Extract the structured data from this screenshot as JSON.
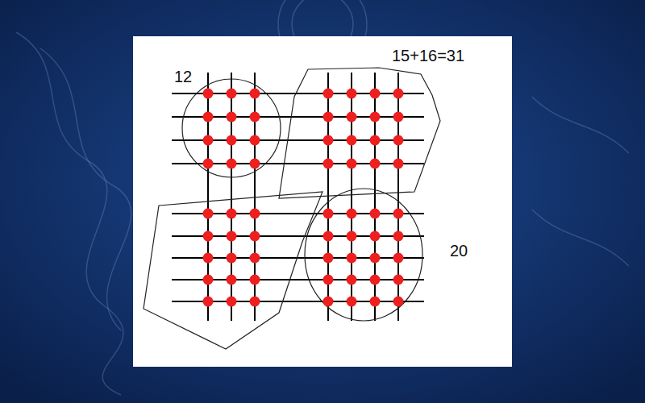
{
  "diagram": {
    "labels": [
      "12",
      "15+16=31",
      "20"
    ]
  }
}
